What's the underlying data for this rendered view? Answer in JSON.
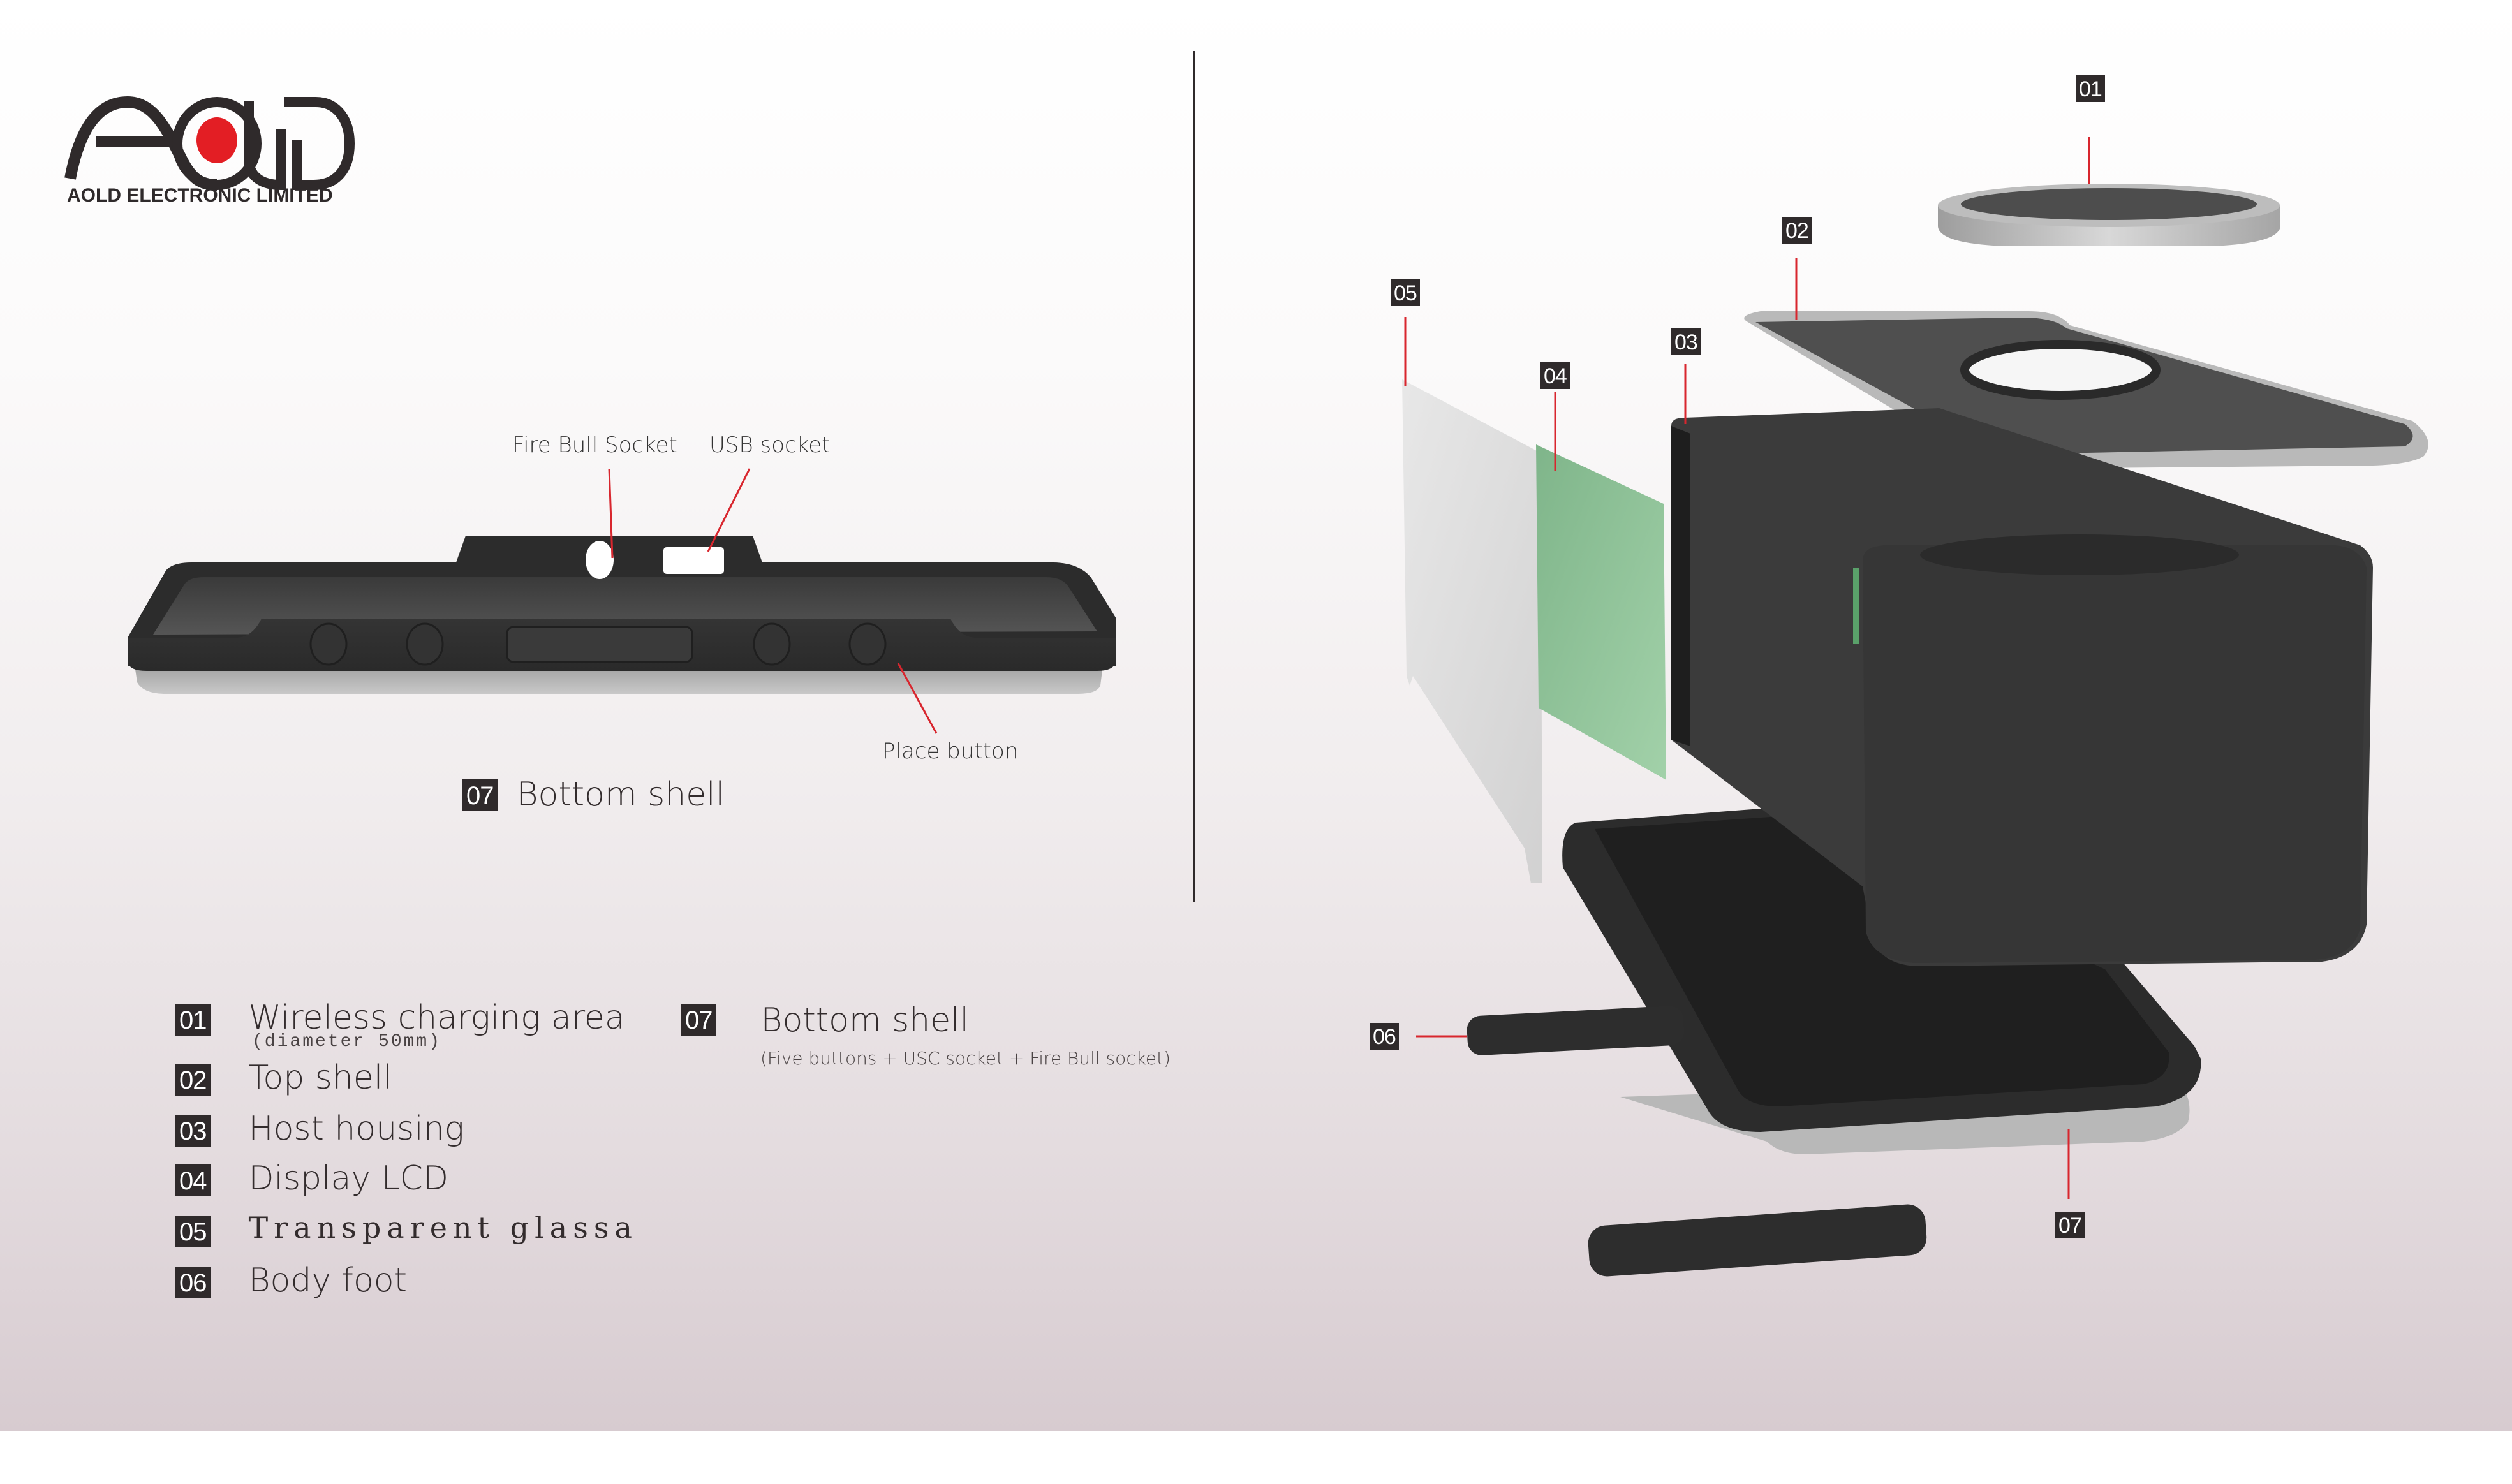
{
  "brand": {
    "logo_text": "AOLD",
    "company_name": "AOLD ELECTRONIC LIMITED",
    "accent_color": "#e31e24",
    "ink_color": "#2f2a2b"
  },
  "bottom_shell_view": {
    "callouts": {
      "fire_bull_socket": "Fire Bull Socket",
      "usb_socket": "USB socket",
      "place_button": "Place button"
    },
    "caption": {
      "number": "07",
      "label": "Bottom shell"
    }
  },
  "legend": {
    "items": [
      {
        "number": "01",
        "label": "Wireless charging area",
        "sub": "(diameter 50mm)"
      },
      {
        "number": "02",
        "label": "Top shell"
      },
      {
        "number": "03",
        "label": "Host housing"
      },
      {
        "number": "04",
        "label": "Display LCD"
      },
      {
        "number": "05",
        "label": "Transparent glassa"
      },
      {
        "number": "06",
        "label": "Body foot"
      },
      {
        "number": "07",
        "label": "Bottom shell",
        "sub": "(Five buttons + USC socket + Fire Bull  socket)"
      }
    ]
  },
  "exploded_view": {
    "markers": [
      "01",
      "02",
      "03",
      "04",
      "05",
      "06",
      "07"
    ],
    "leader_color": "#d8262e"
  }
}
